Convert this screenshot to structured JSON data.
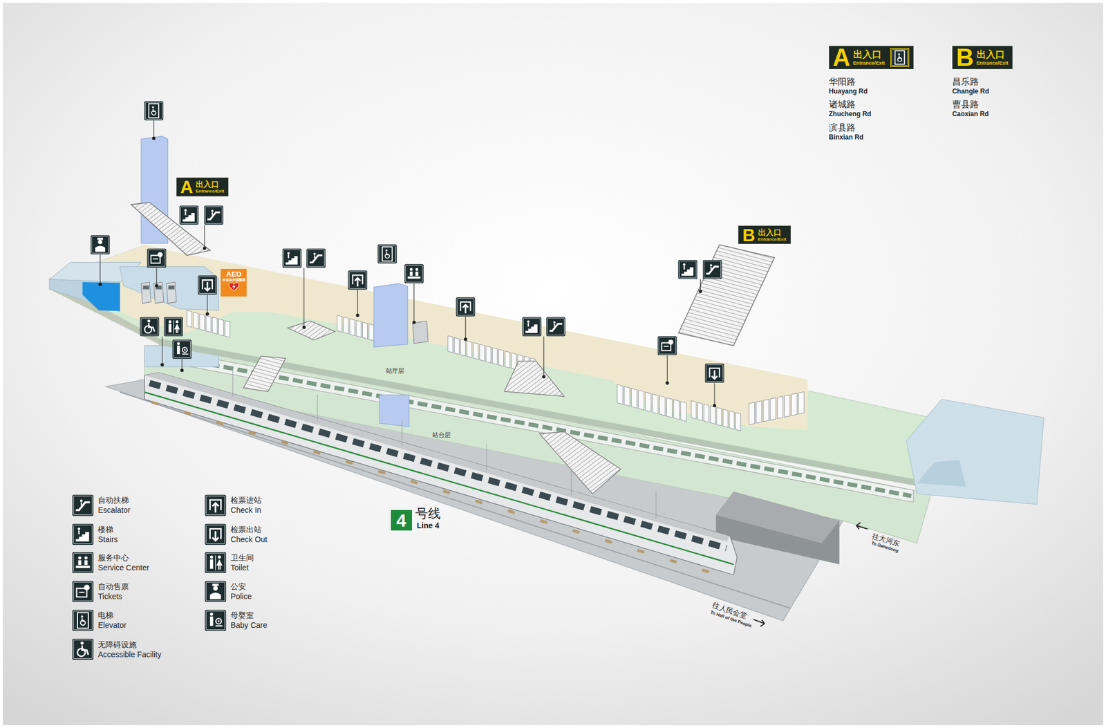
{
  "diagram": {
    "nodes": [
      {
        "text": [
          "A",
          "出入口",
          "Entrance/Exit"
        ]
      },
      {
        "text": [
          "B",
          "出入口",
          "Entrance/Exit"
        ]
      },
      {
        "text": [
          "A",
          "出入口",
          "Entrance/Exit"
        ]
      },
      {
        "text": [
          "AED",
          "自动体外除颤器"
        ]
      },
      {
        "text": [
          "B",
          "出入口",
          "Entrance/Exit"
        ]
      },
      {
        "text": [
          "4"
        ]
      }
    ],
    "labels": [
      "华阳路",
      "Huayang Rd",
      "诸城路",
      "Zhucheng Rd",
      "滨县路",
      "Binxian Rd",
      "昌乐路",
      "Changle Rd",
      "曹县路",
      "Caoxian Rd",
      "站厅层",
      "站台层",
      "号线",
      "Line 4",
      "往大河东",
      "To Dahedong",
      "往人民会堂",
      "To Hall of the People"
    ],
    "legend": [
      {
        "text": "自动扶梯 Escalator"
      },
      {
        "text": "楼梯 Stairs"
      },
      {
        "text": "服务中心 Service Center"
      },
      {
        "text": "自动售票 Tickets"
      },
      {
        "text": "电梯 Elevator"
      },
      {
        "text": "无障碍设施 Accessible Facility"
      },
      {
        "text": "检票进站 Check In"
      },
      {
        "text": "检票出站 Check Out"
      },
      {
        "text": "卫生间 Toilet"
      },
      {
        "text": "公安 Police"
      },
      {
        "text": "母婴室 Baby Care"
      }
    ]
  }
}
